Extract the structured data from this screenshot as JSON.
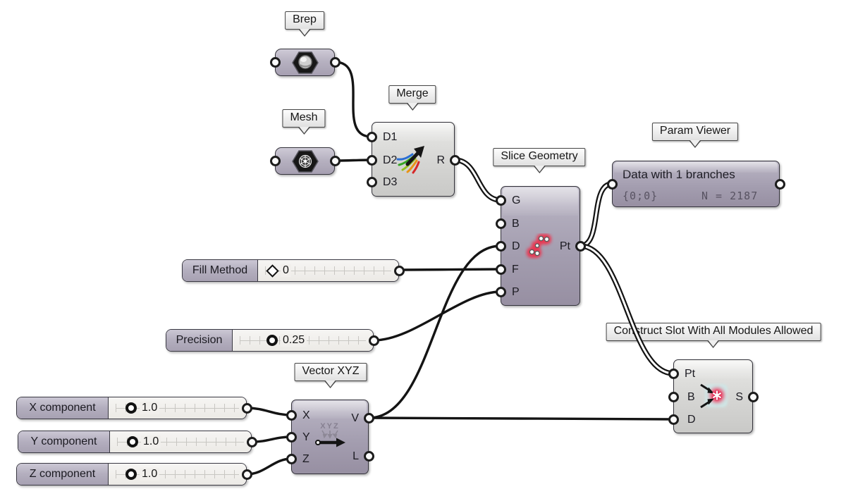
{
  "tags": {
    "brep": "Brep",
    "mesh": "Mesh",
    "merge": "Merge",
    "slice_geometry": "Slice Geometry",
    "param_viewer": "Param Viewer",
    "vector_xyz": "Vector XYZ",
    "construct_slot": "Construct Slot With All Modules Allowed"
  },
  "nodes": {
    "merge": {
      "inputs": [
        "D1",
        "D2",
        "D3"
      ],
      "output": "R"
    },
    "slice_geometry": {
      "inputs": [
        "G",
        "B",
        "D",
        "F",
        "P"
      ],
      "output": "Pt"
    },
    "param_viewer": {
      "title": "Data with 1 branches",
      "branch_path": "{0;0}",
      "item_count": "N = 2187"
    },
    "vector_xyz": {
      "inputs": [
        "X",
        "Y",
        "Z"
      ],
      "outputs": [
        "V",
        "L"
      ],
      "icon_text": "XYZ"
    },
    "construct_slot": {
      "inputs": [
        "Pt",
        "B",
        "D"
      ],
      "output": "S"
    }
  },
  "sliders": {
    "fill_method": {
      "label": "Fill Method",
      "value": "0",
      "handle": "diamond"
    },
    "precision": {
      "label": "Precision",
      "value": "0.25",
      "handle": "circle"
    },
    "x_component": {
      "label": "X component",
      "value": "1.0",
      "handle": "circle"
    },
    "y_component": {
      "label": "Y component",
      "value": "1.0",
      "handle": "circle"
    },
    "z_component": {
      "label": "Z component",
      "value": "1.0",
      "handle": "circle"
    }
  },
  "colors": {
    "canvas_bg": "#ffffff",
    "wire": "#141414",
    "node_light": "#d5d5d3",
    "node_mauve": "#a49eb0",
    "slice_icon_glow": "#ef2d49",
    "construct_icon_glow": "#f0355a",
    "construct_icon_teal": "#cfe6e6",
    "merge_icon_blue": "#2b6fd4",
    "merge_icon_green": "#35a524",
    "merge_icon_red": "#d62828",
    "merge_icon_orange": "#e89417",
    "mono_text": "#585362"
  }
}
